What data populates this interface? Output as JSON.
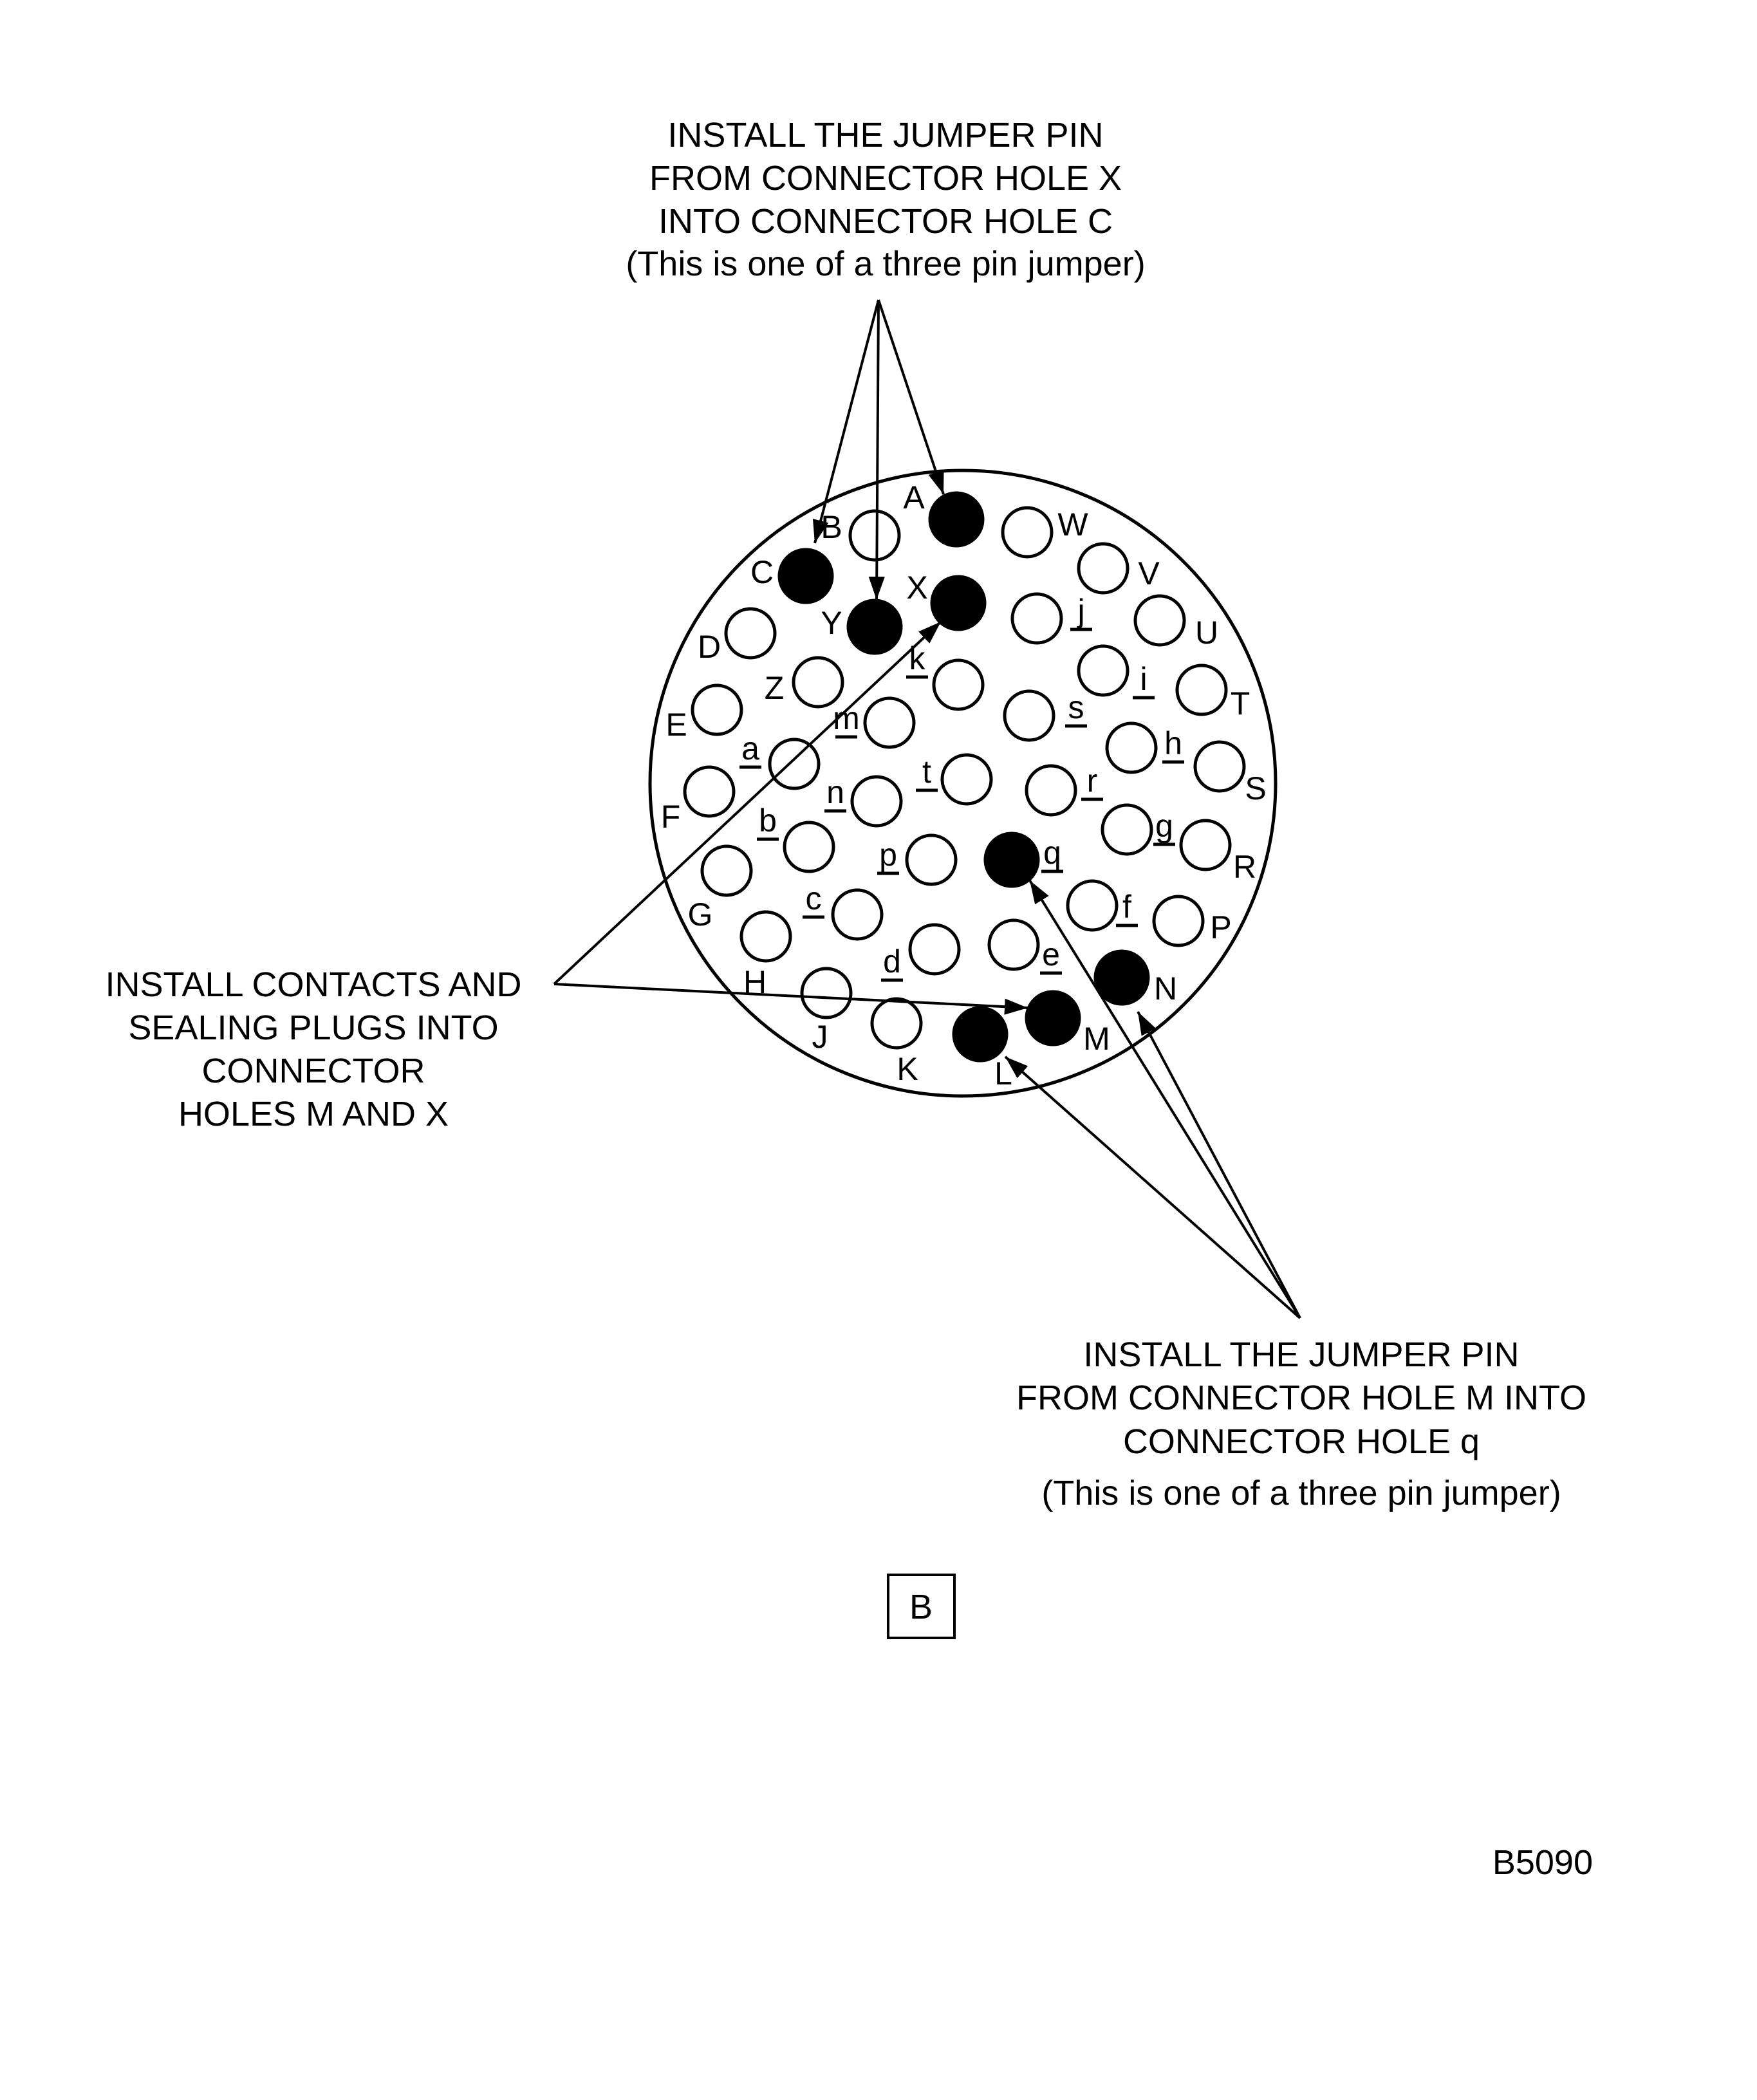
{
  "top_note": {
    "lines": [
      "INSTALL THE JUMPER PIN",
      "FROM CONNECTOR HOLE X",
      "INTO CONNECTOR HOLE C",
      "(This is one of a three pin jumper)"
    ]
  },
  "left_note": {
    "lines": [
      "INSTALL CONTACTS AND",
      "SEALING PLUGS INTO",
      "CONNECTOR",
      "HOLES M AND X"
    ]
  },
  "bottom_note": {
    "lines": [
      "INSTALL THE JUMPER PIN",
      "FROM CONNECTOR HOLE M INTO",
      "CONNECTOR HOLE q",
      "(This is one of a three pin jumper)"
    ]
  },
  "view_label": "B",
  "figure_id": "B5090",
  "pins": [
    {
      "id": "A",
      "filled": true
    },
    {
      "id": "B",
      "filled": false
    },
    {
      "id": "C",
      "filled": true
    },
    {
      "id": "W",
      "filled": false
    },
    {
      "id": "V",
      "filled": false
    },
    {
      "id": "X",
      "filled": true
    },
    {
      "id": "Y",
      "filled": true
    },
    {
      "id": "D",
      "filled": false
    },
    {
      "id": "j",
      "filled": false
    },
    {
      "id": "U",
      "filled": false
    },
    {
      "id": "Z",
      "filled": false
    },
    {
      "id": "k",
      "filled": false
    },
    {
      "id": "i",
      "filled": false
    },
    {
      "id": "T",
      "filled": false
    },
    {
      "id": "E",
      "filled": false
    },
    {
      "id": "m",
      "filled": false
    },
    {
      "id": "s",
      "filled": false
    },
    {
      "id": "h",
      "filled": false
    },
    {
      "id": "a",
      "filled": false
    },
    {
      "id": "S",
      "filled": false
    },
    {
      "id": "F",
      "filled": false
    },
    {
      "id": "t",
      "filled": false
    },
    {
      "id": "r",
      "filled": false
    },
    {
      "id": "n",
      "filled": false
    },
    {
      "id": "g",
      "filled": false
    },
    {
      "id": "b",
      "filled": false
    },
    {
      "id": "R",
      "filled": false
    },
    {
      "id": "p",
      "filled": false
    },
    {
      "id": "q",
      "filled": true
    },
    {
      "id": "G",
      "filled": false
    },
    {
      "id": "c",
      "filled": false
    },
    {
      "id": "f",
      "filled": false
    },
    {
      "id": "P",
      "filled": false
    },
    {
      "id": "H",
      "filled": false
    },
    {
      "id": "d",
      "filled": false
    },
    {
      "id": "e",
      "filled": false
    },
    {
      "id": "N",
      "filled": true
    },
    {
      "id": "J",
      "filled": false
    },
    {
      "id": "M",
      "filled": true
    },
    {
      "id": "K",
      "filled": false
    },
    {
      "id": "L",
      "filled": true
    }
  ]
}
